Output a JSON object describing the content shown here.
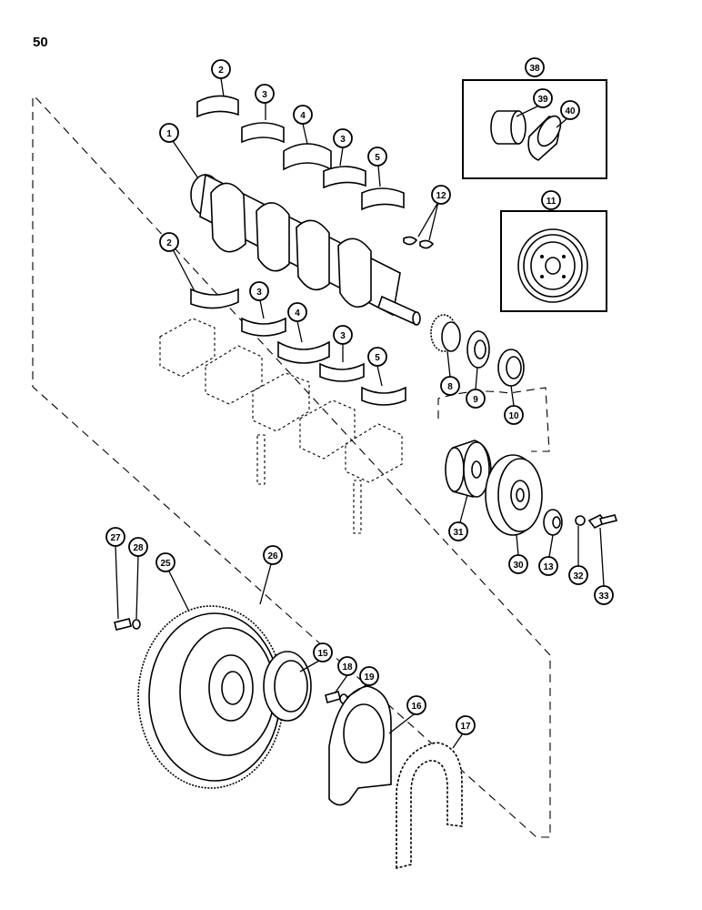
{
  "page": {
    "number": "50"
  },
  "callouts": [
    {
      "id": "c1",
      "label": "1"
    },
    {
      "id": "c2a",
      "label": "2"
    },
    {
      "id": "c3a",
      "label": "3"
    },
    {
      "id": "c4a",
      "label": "4"
    },
    {
      "id": "c3b",
      "label": "3"
    },
    {
      "id": "c5a",
      "label": "5"
    },
    {
      "id": "c2b",
      "label": "2"
    },
    {
      "id": "c3c",
      "label": "3"
    },
    {
      "id": "c4b",
      "label": "4"
    },
    {
      "id": "c3d",
      "label": "3"
    },
    {
      "id": "c5b",
      "label": "5"
    },
    {
      "id": "c12",
      "label": "12"
    },
    {
      "id": "c38",
      "label": "38"
    },
    {
      "id": "c39",
      "label": "39"
    },
    {
      "id": "c40",
      "label": "40"
    },
    {
      "id": "c11",
      "label": "11"
    },
    {
      "id": "c8",
      "label": "8"
    },
    {
      "id": "c9",
      "label": "9"
    },
    {
      "id": "c10",
      "label": "10"
    },
    {
      "id": "c31",
      "label": "31"
    },
    {
      "id": "c30",
      "label": "30"
    },
    {
      "id": "c13",
      "label": "13"
    },
    {
      "id": "c32",
      "label": "32"
    },
    {
      "id": "c33",
      "label": "33"
    },
    {
      "id": "c27",
      "label": "27"
    },
    {
      "id": "c28",
      "label": "28"
    },
    {
      "id": "c25",
      "label": "25"
    },
    {
      "id": "c26",
      "label": "26"
    },
    {
      "id": "c15",
      "label": "15"
    },
    {
      "id": "c18",
      "label": "18"
    },
    {
      "id": "c19",
      "label": "19"
    },
    {
      "id": "c16",
      "label": "16"
    },
    {
      "id": "c17",
      "label": "17"
    }
  ]
}
